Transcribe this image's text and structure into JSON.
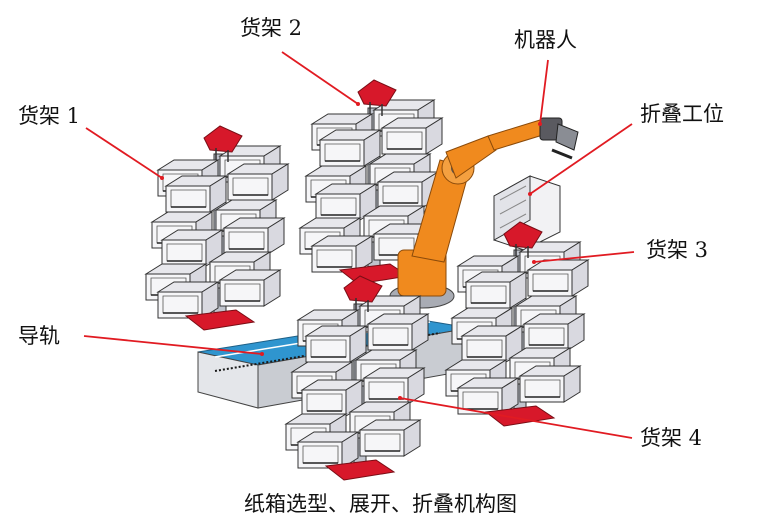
{
  "labels": {
    "rack1": "货架 1",
    "rack2": "货架 2",
    "rack3": "货架 3",
    "rack4": "货架 4",
    "robot": "机器人",
    "fold_station": "折叠工位",
    "rail": "导轨"
  },
  "caption": "纸箱选型、展开、折叠机构图",
  "colors": {
    "leader": "#e11b22",
    "robot": "#f08a1e",
    "rail": "#2f95cf",
    "rack_top": "#d7182a",
    "rack_frame": "#333333",
    "bin_fill": "#f4f4f6"
  }
}
